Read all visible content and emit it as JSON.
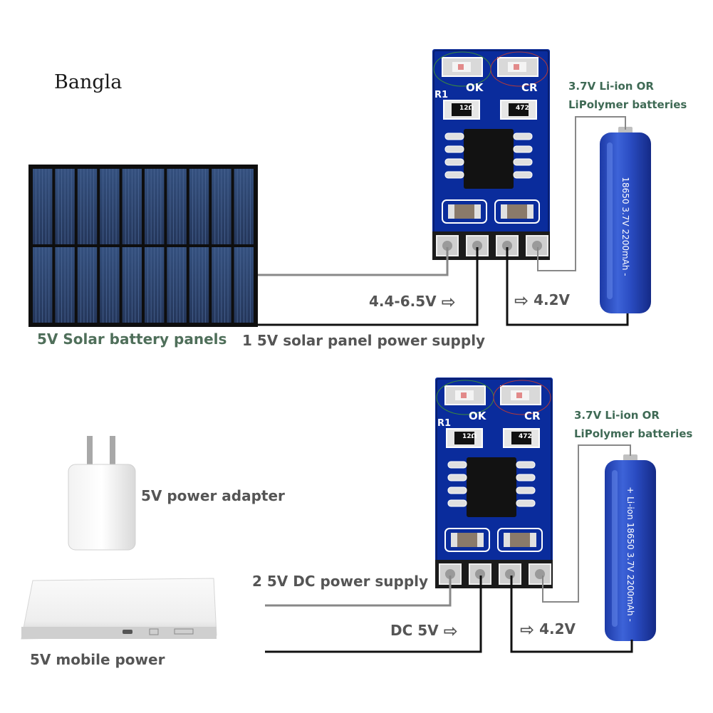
{
  "brand": "Bangla",
  "section1": {
    "title": "1 5V solar panel power supply",
    "source_label": "5V Solar battery panels",
    "input_label": "4.4-6.5V",
    "output_label": "4.2V",
    "battery_label_line1": "3.7V Li-ion OR",
    "battery_label_line2": "LiPolymer batteries",
    "battery_print": "18650 3.7V 2200mAh -"
  },
  "section2": {
    "title": "2 5V DC power supply",
    "adapter_label": "5V power adapter",
    "mobile_label": "5V mobile power",
    "input_label": "DC 5V",
    "output_label": "4.2V",
    "battery_label_line1": "3.7V Li-ion OR",
    "battery_label_line2": "LiPolymer batteries",
    "battery_print": "+ Li-ion 18650 3.7V 2200mAh -"
  },
  "board": {
    "led_ok": "OK",
    "led_cr": "CR",
    "r1": "R1",
    "res_left": "12Ω",
    "res_right": "472"
  },
  "colors": {
    "pcb": "#0a2c9c",
    "pcb_dark": "#081f70",
    "battery": "#2a4cc2",
    "solar_cell": "#2b3d63",
    "wire_thin": "#888888",
    "wire_thick": "#111111",
    "label_green": "#4f6f5a",
    "label_gray": "#555555"
  }
}
